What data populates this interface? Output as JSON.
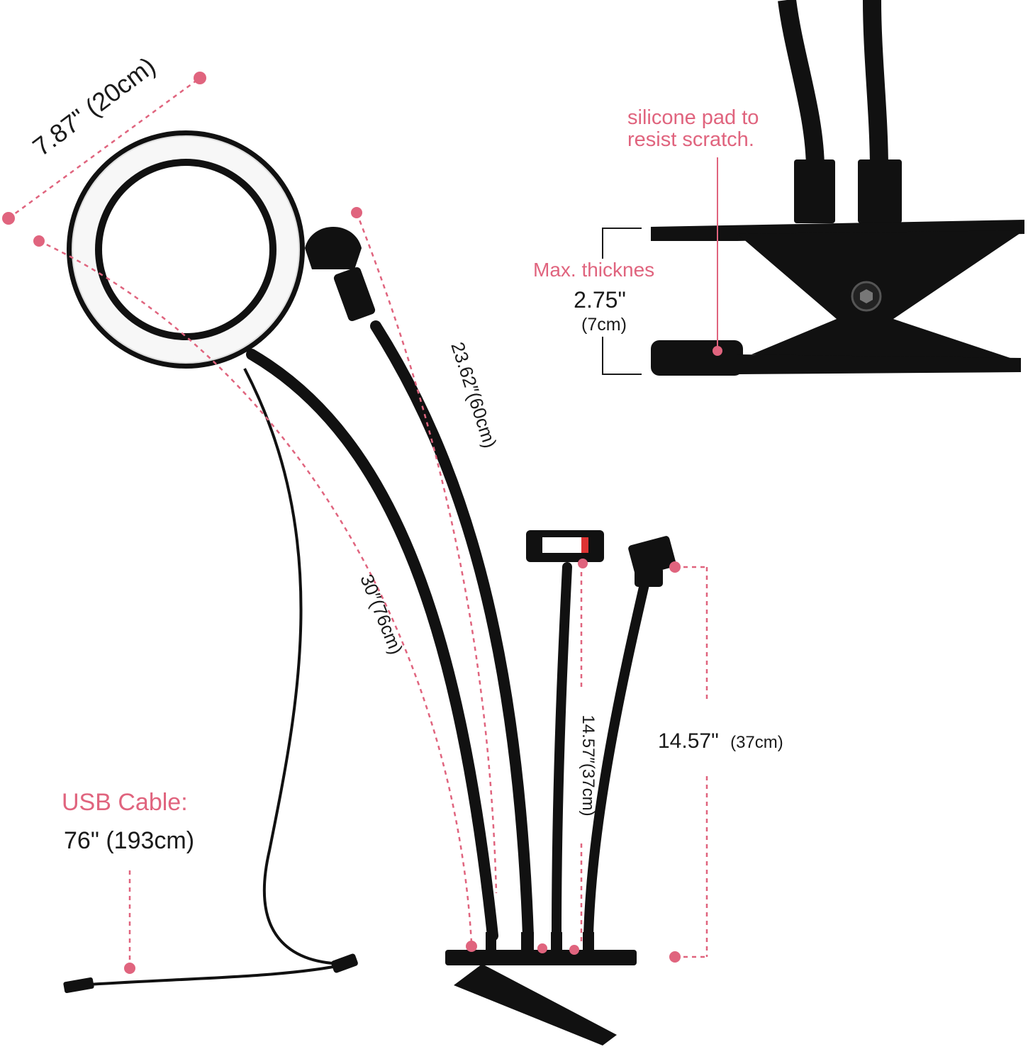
{
  "ring_diameter": "7.87\" (20cm)",
  "arm_long": "23.62″(60cm)",
  "arm_ring": "30″(76cm)",
  "arm_short": "14.57″(37cm)",
  "clip_height_main": "14.57\"",
  "clip_height_unit": "(37cm)",
  "silicone_line1": "silicone pad to",
  "silicone_line2": "resist scratch.",
  "max_thick_label": "Max. thicknes",
  "max_thick_value": "2.75\"",
  "max_thick_unit": "(7cm)",
  "usb_label": "USB Cable:",
  "usb_value": "76\" (193cm)",
  "colors": {
    "accent": "#e0647e",
    "ink": "#1a1a1a"
  }
}
